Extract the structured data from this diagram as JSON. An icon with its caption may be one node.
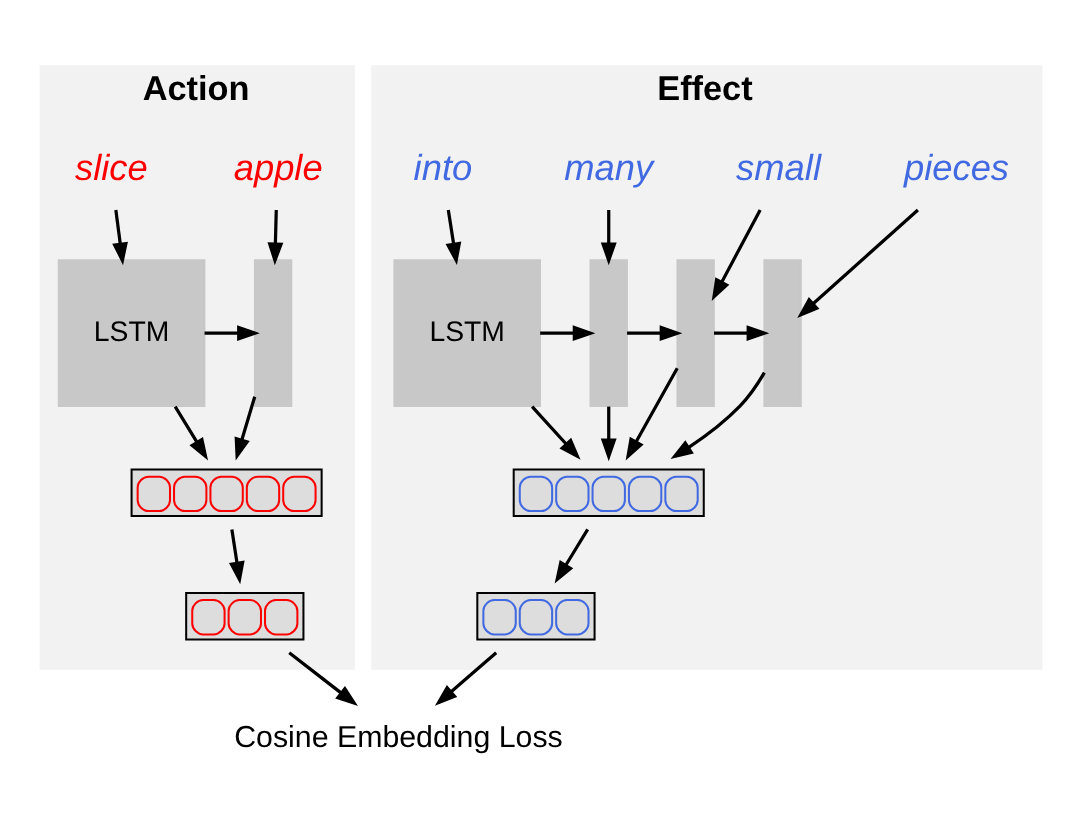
{
  "diagram": {
    "nodes": [
      {
        "text": [
          "Action"
        ]
      },
      {
        "text": [
          "slice"
        ],
        "in": 0
      },
      {
        "text": [
          "apple"
        ],
        "in": 0
      },
      {
        "text": [
          "LSTM"
        ],
        "in": 0
      },
      {
        "text": [],
        "shape": "bar",
        "in": 0
      },
      {
        "text": [],
        "shape": "box",
        "in": 0
      },
      {
        "text": [],
        "shape": "box",
        "in": 0
      },
      {
        "text": [
          "Effect"
        ]
      },
      {
        "text": [
          "into"
        ],
        "in": 7
      },
      {
        "text": [
          "many"
        ],
        "in": 7
      },
      {
        "text": [
          "small"
        ],
        "in": 7
      },
      {
        "text": [
          "pieces"
        ],
        "in": 7
      },
      {
        "text": [
          "LSTM"
        ],
        "in": 7
      },
      {
        "text": [],
        "shape": "bar",
        "in": 7
      },
      {
        "text": [],
        "shape": "bar",
        "in": 7
      },
      {
        "text": [],
        "shape": "bar",
        "in": 7
      },
      {
        "text": [],
        "shape": "box",
        "in": 7
      },
      {
        "text": [],
        "shape": "box",
        "in": 7
      },
      {
        "text": [
          "Cosine Embedding Loss"
        ]
      }
    ],
    "edges": [
      {
        "from": 1,
        "to": 3,
        "arrow": "to"
      },
      {
        "from": 2,
        "to": 4,
        "arrow": "to"
      },
      {
        "from": 3,
        "to": 4,
        "arrow": "to"
      },
      {
        "from": 3,
        "to": 5,
        "arrow": "to"
      },
      {
        "from": 4,
        "to": 5,
        "arrow": "to"
      },
      {
        "from": 5,
        "to": 6,
        "arrow": "to"
      },
      {
        "from": 6,
        "to": 18,
        "arrow": "to"
      },
      {
        "from": 8,
        "to": 12,
        "arrow": "to"
      },
      {
        "from": 9,
        "to": 13,
        "arrow": "to"
      },
      {
        "from": 10,
        "to": 14,
        "arrow": "to"
      },
      {
        "from": 11,
        "to": 15,
        "arrow": "to"
      },
      {
        "from": 12,
        "to": 13,
        "arrow": "to"
      },
      {
        "from": 13,
        "to": 14,
        "arrow": "to"
      },
      {
        "from": 14,
        "to": 15,
        "arrow": "to"
      },
      {
        "from": 12,
        "to": 16,
        "arrow": "to"
      },
      {
        "from": 13,
        "to": 16,
        "arrow": "to"
      },
      {
        "from": 14,
        "to": 16,
        "arrow": "to"
      },
      {
        "from": 15,
        "to": 16,
        "arrow": "to"
      },
      {
        "from": 16,
        "to": 17,
        "arrow": "to"
      },
      {
        "from": 17,
        "to": 18,
        "arrow": "to"
      }
    ]
  }
}
